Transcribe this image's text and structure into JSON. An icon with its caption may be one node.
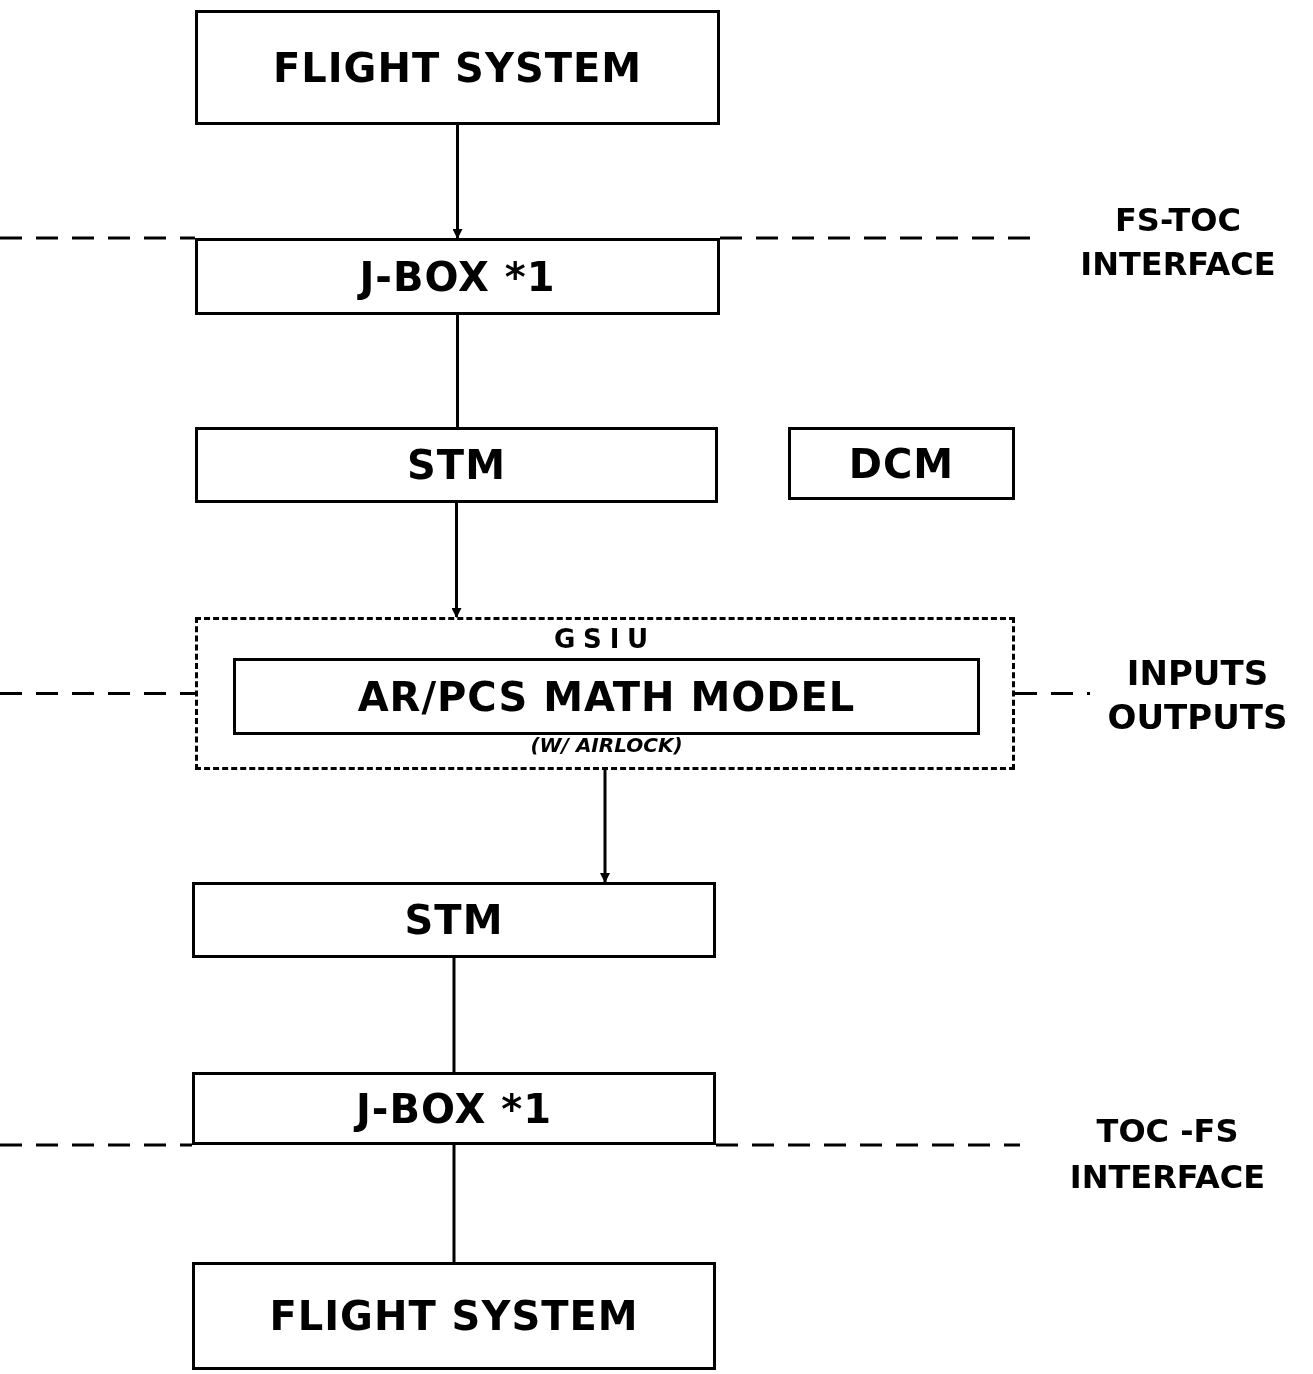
{
  "diagram": {
    "nodes": [
      {
        "text": [
          "FLIGHT SYSTEM"
        ]
      },
      {
        "text": [
          "J-BOX *1"
        ]
      },
      {
        "text": [
          "STM"
        ]
      },
      {
        "text": [
          "DCM"
        ]
      },
      {
        "text": [
          "GSIU"
        ]
      },
      {
        "text": [
          "AR/PCS MATH MODEL"
        ],
        "in": 4,
        "beside": [
          "(W/ AIRLOCK)"
        ]
      },
      {
        "text": [
          "STM"
        ]
      },
      {
        "text": [
          "J-BOX *1"
        ]
      },
      {
        "text": [
          "FLIGHT SYSTEM"
        ]
      },
      {
        "text": [
          "INPUTS",
          "OUTPUTS"
        ]
      }
    ],
    "edges": [
      {
        "from": 0,
        "to": 1,
        "arrow": "to"
      },
      {
        "from": 1,
        "to": 2,
        "arrow": "none"
      },
      {
        "from": 2,
        "to": 4,
        "arrow": "to"
      },
      {
        "from": 4,
        "to": 6,
        "arrow": "to"
      },
      {
        "from": 6,
        "to": 7,
        "arrow": "none"
      },
      {
        "from": 7,
        "to": 8,
        "arrow": "none"
      },
      {
        "from": null,
        "to": 4,
        "arrow": "none",
        "style": "dashed"
      },
      {
        "from": 4,
        "to": 9,
        "arrow": "none",
        "style": "dashed"
      }
    ],
    "labels": [
      "FS-TOC INTERFACE",
      "TOC -FS INTERFACE"
    ]
  }
}
